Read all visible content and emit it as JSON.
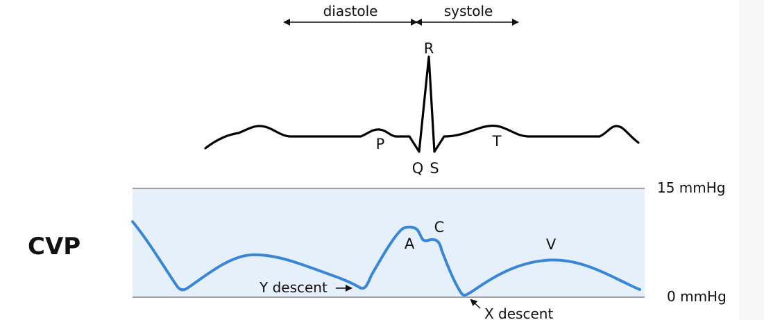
{
  "phases": {
    "diastole": "diastole",
    "systole": "systole"
  },
  "ecg": {
    "P": "P",
    "Q": "Q",
    "R": "R",
    "S": "S",
    "T": "T"
  },
  "cvp": {
    "title": "CVP",
    "scale_high": "15 mmHg",
    "scale_low": "0 mmHg",
    "wave_a": "A",
    "wave_c": "C",
    "wave_v": "V",
    "x_descent": "X descent",
    "y_descent": "Y descent"
  },
  "colors": {
    "band_fill": "#e6f0fb",
    "band_line": "#a3a3a3",
    "cvp_trace": "#3a86d6",
    "ecg_trace": "#000000"
  }
}
